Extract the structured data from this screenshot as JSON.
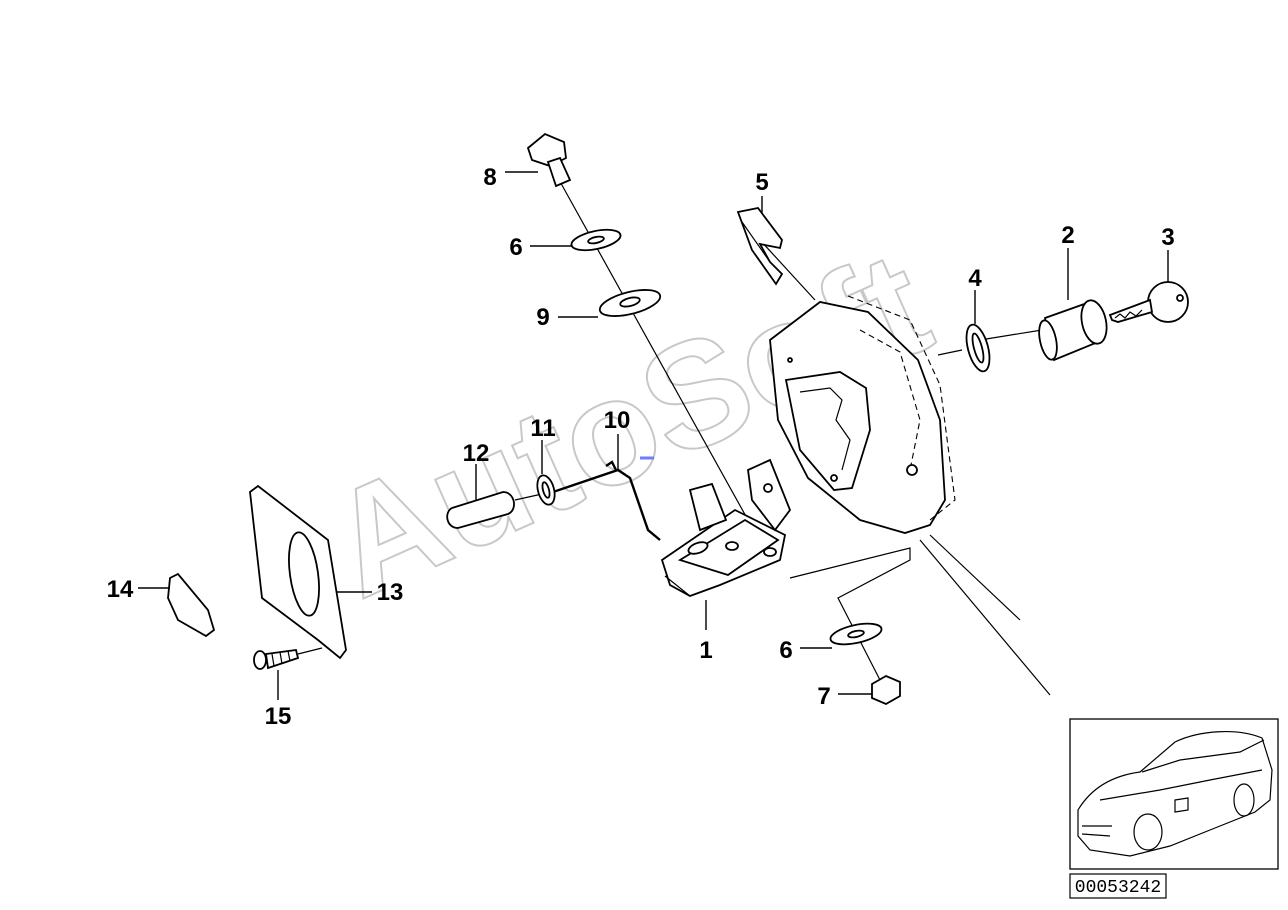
{
  "watermark": "AutoSoft",
  "diagram_number": "00053242",
  "callouts": [
    {
      "id": "c1",
      "label": "1"
    },
    {
      "id": "c2",
      "label": "2"
    },
    {
      "id": "c3",
      "label": "3"
    },
    {
      "id": "c4",
      "label": "4"
    },
    {
      "id": "c5",
      "label": "5"
    },
    {
      "id": "c6a",
      "label": "6"
    },
    {
      "id": "c6b",
      "label": "6"
    },
    {
      "id": "c7",
      "label": "7"
    },
    {
      "id": "c8",
      "label": "8"
    },
    {
      "id": "c9",
      "label": "9"
    },
    {
      "id": "c10",
      "label": "10"
    },
    {
      "id": "c11",
      "label": "11"
    },
    {
      "id": "c12",
      "label": "12"
    },
    {
      "id": "c13",
      "label": "13"
    },
    {
      "id": "c14",
      "label": "14"
    },
    {
      "id": "c15",
      "label": "15"
    }
  ]
}
